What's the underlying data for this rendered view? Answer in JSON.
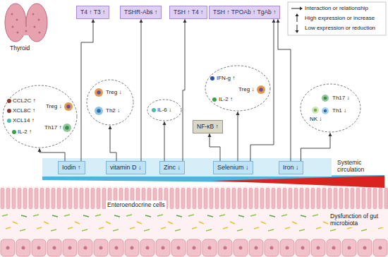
{
  "diagram": {
    "nodes": [
      {
        "text": [
          "T4 ↑ T3 ↑"
        ]
      },
      {
        "text": [
          "TSHR-Abs ↑"
        ]
      },
      {
        "text": [
          "TSH ↑ T4 ↑"
        ]
      },
      {
        "text": [
          "TSH ↑ TPOAb ↑ TgAb ↑"
        ]
      },
      {
        "text": [
          "CCL2C ↑",
          "XCL8C ↑",
          "XCL14 ↑",
          "IL-2 ↑",
          "Treg ↓",
          "Th17 ↑"
        ]
      },
      {
        "text": [
          "Treg ↓",
          "Th2 ↓"
        ]
      },
      {
        "text": [
          "IL-6 ↓"
        ]
      },
      {
        "text": [
          "IFN-g ↑",
          "IL-2 ↑",
          "Treg ↓"
        ]
      },
      {
        "text": [
          "NF-κB ↑"
        ]
      },
      {
        "text": [
          "Th17 ↓",
          "Th1 ↓",
          "NK ↓"
        ]
      },
      {
        "text": [
          "Iodin ↑"
        ]
      },
      {
        "text": [
          "vitamin D ↓"
        ]
      },
      {
        "text": [
          "Zinc ↓"
        ]
      },
      {
        "text": [
          "Selenium ↓"
        ]
      },
      {
        "text": [
          "Iron ↓"
        ]
      }
    ],
    "edges": [
      {
        "from": 10,
        "to": 4,
        "arrow": "to"
      },
      {
        "from": 10,
        "to": 0,
        "arrow": "to"
      },
      {
        "from": 11,
        "to": 5,
        "arrow": "to"
      },
      {
        "from": 11,
        "to": 1,
        "arrow": "to"
      },
      {
        "from": 12,
        "to": 6,
        "arrow": "to"
      },
      {
        "from": 12,
        "to": 2,
        "arrow": "to"
      },
      {
        "from": 13,
        "to": 8,
        "arrow": "to"
      },
      {
        "from": 13,
        "to": 7,
        "arrow": "to"
      },
      {
        "from": 13,
        "to": 3,
        "arrow": "to"
      },
      {
        "from": 14,
        "to": 9,
        "arrow": "to"
      },
      {
        "from": 14,
        "to": 3,
        "arrow": "to"
      }
    ],
    "labels": [
      "Thyroid",
      "Systemic circulation",
      "Enteroendocrine cells",
      "Dysfunction of gut microbiota"
    ],
    "legend": [
      {
        "text": "Interaction or relationship"
      },
      {
        "text": "High expression or increase"
      },
      {
        "text": "Low expression or reduction"
      }
    ]
  }
}
